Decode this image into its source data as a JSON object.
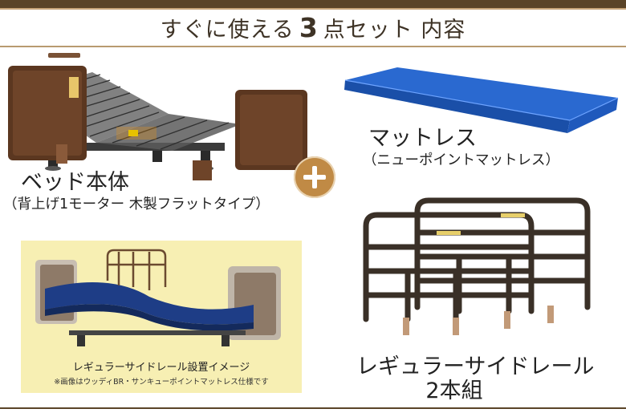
{
  "header": {
    "title_prefix": "すぐに使える",
    "title_number": "3",
    "title_suffix": "点セット 内容"
  },
  "items": {
    "bed": {
      "name": "ベッド本体",
      "desc": "（背上げ1モーター 木製フラットタイプ）"
    },
    "mattress": {
      "name": "マットレス",
      "desc": "（ニューポイントマットレス）"
    },
    "rails": {
      "name": "レギュラーサイドレール",
      "qty": "2本組"
    }
  },
  "install_image": {
    "caption": "レギュラーサイドレール設置イメージ",
    "note": "※画像はウッディBR・サンキューポイントマットレス仕様です"
  },
  "colors": {
    "brand_brown": "#5a4428",
    "plus_badge": "#c08a45",
    "mattress_blue": "#1e56b8",
    "note_background": "#f7efb3"
  }
}
